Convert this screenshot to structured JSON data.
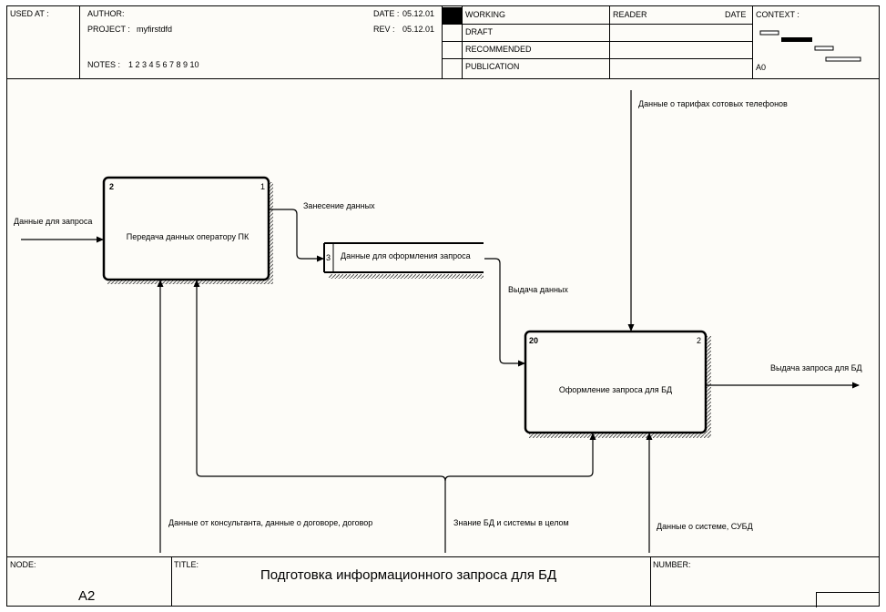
{
  "header": {
    "used_at_label": "USED AT :",
    "author_label": "AUTHOR:",
    "project_label": "PROJECT :",
    "project_value": "myfirstdfd",
    "notes_label": "NOTES :",
    "notes_numbers": "1  2  3  4  5  6  7  8  9  10",
    "date_label": "DATE :",
    "date_value": "05.12.01",
    "rev_label": "REV :",
    "rev_value": "05.12.01",
    "status_options": [
      "WORKING",
      "DRAFT",
      "RECOMMENDED",
      "PUBLICATION"
    ],
    "reader_label": "READER",
    "reader_date_label": "DATE",
    "context_label": "CONTEXT :",
    "context_node": "A0"
  },
  "diagram": {
    "boxes": [
      {
        "id": "2",
        "corner": "1",
        "label": "Передача данных оператору ПК"
      },
      {
        "id": "20",
        "corner": "2",
        "label": "Оформление запроса для БД"
      }
    ],
    "datastore": {
      "id": "3",
      "label": "Данные для оформления запроса"
    },
    "arrows": {
      "input_left": "Данные для запроса",
      "to_store": "Занесение данных",
      "from_store": "Выдача данных",
      "top_right": "Данные о тарифах сотовых телефонов",
      "output_right": "Выдача запроса для БД",
      "bottom_1": "Данные от консультанта, данные о договоре, договор",
      "bottom_2": "Знание БД и системы в целом",
      "bottom_3": "Данные о системе, СУБД"
    }
  },
  "footer": {
    "node_label": "NODE:",
    "node_value": "A2",
    "title_label": "TITLE:",
    "title_value": "Подготовка информационного запроса для БД",
    "number_label": "NUMBER:"
  },
  "colors": {
    "line": "#000000",
    "background": "#fdfcf8"
  }
}
